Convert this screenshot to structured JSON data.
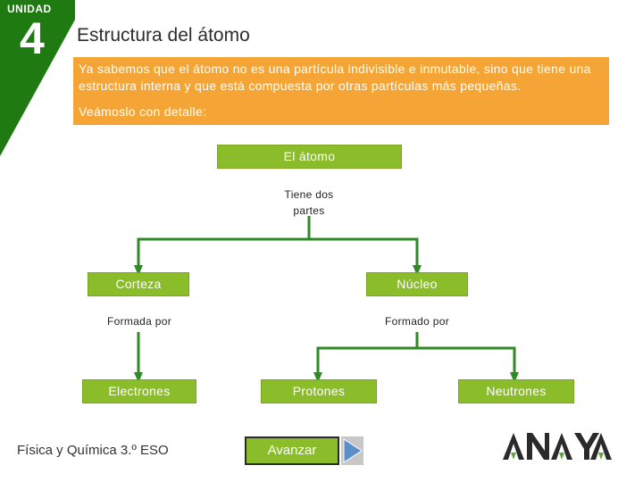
{
  "header": {
    "unit_label": "UNIDAD",
    "unit_number": "4",
    "title": "Estructura del átomo"
  },
  "intro": {
    "text": "Ya sabemos que el átomo no es una partícula indivisible e inmutable, sino que tiene una estructura interna y que está compuesta por otras partículas más pequeñas.",
    "detail": "Veámoslo con detalle:"
  },
  "diagram": {
    "root": "El átomo",
    "root_caption_line1": "Tiene dos",
    "root_caption_line2": "partes",
    "left_node": "Corteza",
    "left_caption": "Formada por",
    "right_node": "Núcleo",
    "right_caption": "Formado por",
    "leaf_electrons": "Electrones",
    "leaf_protons": "Protones",
    "leaf_neutrons": "Neutrones"
  },
  "footer": {
    "subject": "Física y Química 3.º ESO",
    "next_label": "Avanzar",
    "logo_text": "ANAYA"
  },
  "colors": {
    "green_band": "#1f7a12",
    "node_green": "#8bbd2b",
    "connector_green": "#2f8a25",
    "intro_orange": "#f5a535"
  }
}
